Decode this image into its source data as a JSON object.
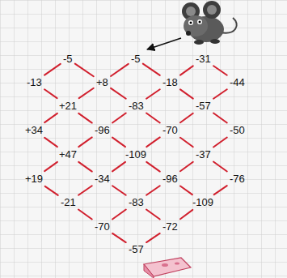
{
  "diagram": {
    "nodes": [
      {
        "text": [
          "-5"
        ]
      },
      {
        "text": [
          "-5"
        ]
      },
      {
        "text": [
          "-31"
        ]
      },
      {
        "text": [
          "-13"
        ]
      },
      {
        "text": [
          "+8"
        ]
      },
      {
        "text": [
          "-18"
        ]
      },
      {
        "text": [
          "-44"
        ]
      },
      {
        "text": [
          "+21"
        ]
      },
      {
        "text": [
          "-83"
        ]
      },
      {
        "text": [
          "-57"
        ]
      },
      {
        "text": [
          "+34"
        ]
      },
      {
        "text": [
          "-96"
        ]
      },
      {
        "text": [
          "-70"
        ]
      },
      {
        "text": [
          "-50"
        ]
      },
      {
        "text": [
          "+47"
        ]
      },
      {
        "text": [
          "-109"
        ]
      },
      {
        "text": [
          "-37"
        ]
      },
      {
        "text": [
          "+19"
        ]
      },
      {
        "text": [
          "-34"
        ]
      },
      {
        "text": [
          "-96"
        ]
      },
      {
        "text": [
          "-76"
        ]
      },
      {
        "text": [
          "-21"
        ]
      },
      {
        "text": [
          "-83"
        ]
      },
      {
        "text": [
          "-109"
        ]
      },
      {
        "text": [
          "-70"
        ]
      },
      {
        "text": [
          "-72"
        ]
      },
      {
        "text": [
          "-57"
        ]
      }
    ],
    "edges": [
      {
        "from": 0,
        "to": 3,
        "arrow": "none"
      },
      {
        "from": 0,
        "to": 4,
        "arrow": "none"
      },
      {
        "from": 1,
        "to": 4,
        "arrow": "none"
      },
      {
        "from": 1,
        "to": 5,
        "arrow": "none"
      },
      {
        "from": 2,
        "to": 5,
        "arrow": "none"
      },
      {
        "from": 2,
        "to": 6,
        "arrow": "none"
      },
      {
        "from": 3,
        "to": 7,
        "arrow": "none"
      },
      {
        "from": 4,
        "to": 7,
        "arrow": "none"
      },
      {
        "from": 4,
        "to": 8,
        "arrow": "none"
      },
      {
        "from": 5,
        "to": 8,
        "arrow": "none"
      },
      {
        "from": 5,
        "to": 9,
        "arrow": "none"
      },
      {
        "from": 6,
        "to": 9,
        "arrow": "none"
      },
      {
        "from": 7,
        "to": 10,
        "arrow": "none"
      },
      {
        "from": 7,
        "to": 11,
        "arrow": "none"
      },
      {
        "from": 8,
        "to": 11,
        "arrow": "none"
      },
      {
        "from": 8,
        "to": 12,
        "arrow": "none"
      },
      {
        "from": 9,
        "to": 12,
        "arrow": "none"
      },
      {
        "from": 9,
        "to": 13,
        "arrow": "none"
      },
      {
        "from": 10,
        "to": 14,
        "arrow": "none"
      },
      {
        "from": 11,
        "to": 14,
        "arrow": "none"
      },
      {
        "from": 11,
        "to": 15,
        "arrow": "none"
      },
      {
        "from": 12,
        "to": 15,
        "arrow": "none"
      },
      {
        "from": 12,
        "to": 16,
        "arrow": "none"
      },
      {
        "from": 13,
        "to": 16,
        "arrow": "none"
      },
      {
        "from": 14,
        "to": 17,
        "arrow": "none"
      },
      {
        "from": 14,
        "to": 18,
        "arrow": "none"
      },
      {
        "from": 15,
        "to": 18,
        "arrow": "none"
      },
      {
        "from": 15,
        "to": 19,
        "arrow": "none"
      },
      {
        "from": 16,
        "to": 19,
        "arrow": "none"
      },
      {
        "from": 16,
        "to": 20,
        "arrow": "none"
      },
      {
        "from": 17,
        "to": 21,
        "arrow": "none"
      },
      {
        "from": 18,
        "to": 21,
        "arrow": "none"
      },
      {
        "from": 18,
        "to": 22,
        "arrow": "none"
      },
      {
        "from": 19,
        "to": 22,
        "arrow": "none"
      },
      {
        "from": 19,
        "to": 23,
        "arrow": "none"
      },
      {
        "from": 20,
        "to": 23,
        "arrow": "none"
      },
      {
        "from": 21,
        "to": 24,
        "arrow": "none"
      },
      {
        "from": 22,
        "to": 24,
        "arrow": "none"
      },
      {
        "from": 22,
        "to": 25,
        "arrow": "none"
      },
      {
        "from": 23,
        "to": 25,
        "arrow": "none"
      },
      {
        "from": 24,
        "to": 26,
        "arrow": "none"
      },
      {
        "from": 25,
        "to": 26,
        "arrow": "none"
      }
    ]
  }
}
